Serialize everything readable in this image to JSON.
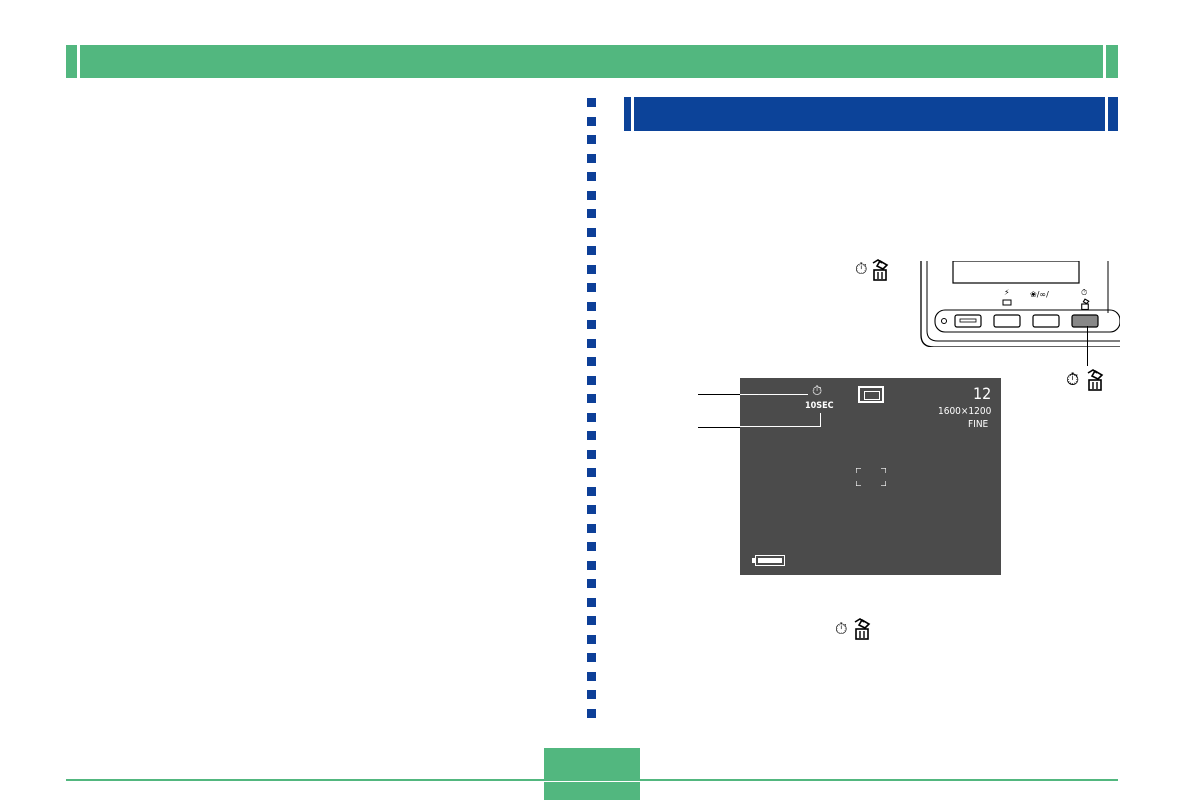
{
  "colors": {
    "header_green": "#52b77f",
    "section_blue": "#0c4399",
    "divider_blue": "#0d3f98",
    "monitor_gray": "#4b4b4b"
  },
  "icons": {
    "self_timer": "⏱",
    "self_timer_name": "self-timer-icon",
    "delete_name": "trash-delete-icon"
  },
  "monitor": {
    "shots_remaining": "12",
    "resolution": "1600×1200",
    "quality": "FINE",
    "timer_setting": "10SEC"
  },
  "camera": {
    "button_labels": [
      "⚡",
      "❀/∞/",
      "⏱"
    ]
  }
}
